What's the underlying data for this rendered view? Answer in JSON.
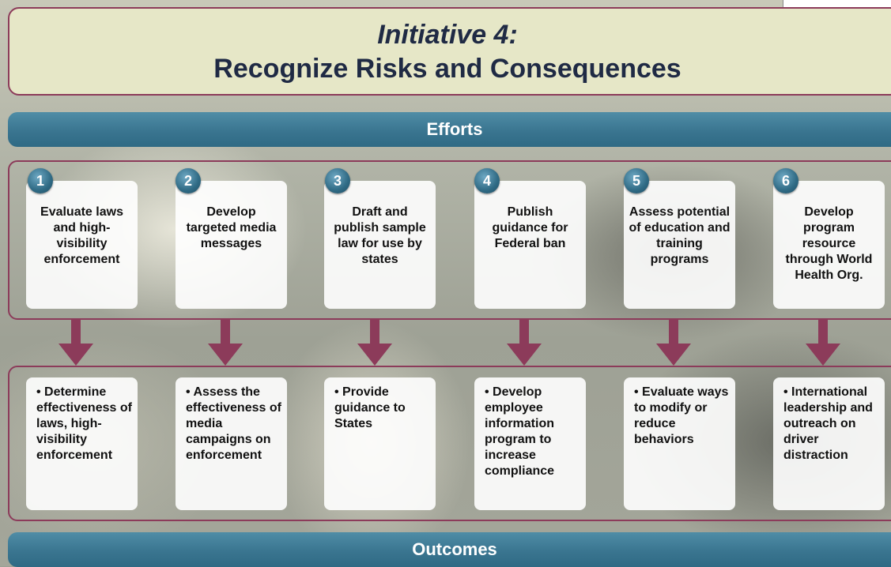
{
  "title": {
    "line1": "Initiative 4:",
    "line2": "Recognize Risks and Consequences"
  },
  "bands": {
    "efforts": "Efforts",
    "outcomes": "Outcomes"
  },
  "colors": {
    "accent_maroon": "#8c3b5a",
    "band_blue": "#3a7590",
    "title_bg": "#e6e7c7",
    "title_text": "#1f2a44"
  },
  "efforts": [
    {
      "number": "1",
      "text": "Evaluate laws and high-visibility enforcement"
    },
    {
      "number": "2",
      "text": "Develop targeted media messages"
    },
    {
      "number": "3",
      "text": "Draft and publish sample law for use by states"
    },
    {
      "number": "4",
      "text": "Publish guidance for Federal ban"
    },
    {
      "number": "5",
      "text": "Assess potential of education and training programs"
    },
    {
      "number": "6",
      "text": "Develop program resource through World Health Org."
    }
  ],
  "outcomes": [
    {
      "text": "• Determine effectiveness of laws, high-visibility enforcement"
    },
    {
      "text": "• Assess the effectiveness of media campaigns on enforcement"
    },
    {
      "text": "• Provide guidance to States"
    },
    {
      "text": "• Develop employee information program to increase compliance"
    },
    {
      "text": "• Evaluate ways to modify or reduce behaviors"
    },
    {
      "text": "• International leadership and outreach on driver distraction"
    }
  ]
}
